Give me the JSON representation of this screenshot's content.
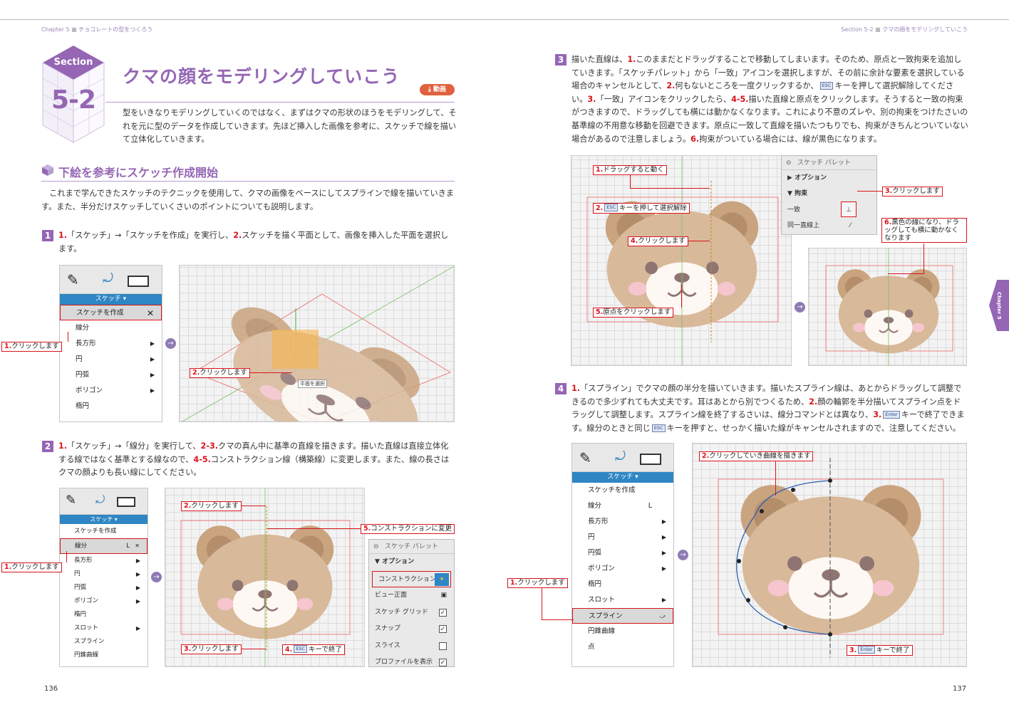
{
  "running_header": {
    "left": {
      "chapter": "Chapter 5",
      "title": "チョコレートの型をつくろう"
    },
    "right": {
      "section": "Section 5-2",
      "title": "クマの顔をモデリングしていこう"
    }
  },
  "section": {
    "badge_label": "Section",
    "badge_number": "5-2",
    "title": "クマの顔をモデリングしていこう",
    "video_button": "動画",
    "intro": "型をいきなりモデリングしていくのではなく、まずはクマの形状のほうをモデリングして、それを元に型のデータを作成していきます。先ほど挿入した画像を参考に、スケッチで線を描いて立体化していきます。"
  },
  "subheading": "下絵を参考にスケッチ作成開始",
  "lead": "これまで学んできたスケッチのテクニックを使用して、クマの画像をベースにしてスプラインで線を描いていきます。また、半分だけスケッチしていくさいのポイントについても説明します。",
  "steps": [
    {
      "number": "1",
      "segments": [
        {
          "red": "1."
        },
        {
          "t": "「スケッチ」→「スケッチを作成」を実行し、"
        },
        {
          "red": "2."
        },
        {
          "t": "スケッチを描く平面として、画像を挿入した平面を選択します。"
        }
      ]
    },
    {
      "number": "2",
      "segments": [
        {
          "red": "1."
        },
        {
          "t": "「スケッチ」→「線分」を実行して、"
        },
        {
          "red": "2-3."
        },
        {
          "t": "クマの真ん中に基準の直線を描きます。描いた直線は直接立体化する線ではなく基準とする線なので、"
        },
        {
          "red": "4-5."
        },
        {
          "t": "コンストラクション線（構築線）に変更します。また、線の長さはクマの顔よりも長い線にしてください。"
        }
      ]
    },
    {
      "number": "3",
      "segments": [
        {
          "t": "描いた直線は、"
        },
        {
          "red": "1."
        },
        {
          "t": "このままだとドラッグすることで移動してしまいます。そのため、原点と一致拘束を追加していきます。「スケッチパレット」から「一致」アイコンを選択しますが、その前に余計な要素を選択している場合のキャンセルとして、"
        },
        {
          "red": "2."
        },
        {
          "t": "何もないところを一度クリックするか、"
        },
        {
          "key": "ESC"
        },
        {
          "t": "キーを押して選択解除してください。"
        },
        {
          "red": "3."
        },
        {
          "t": "「一致」アイコンをクリックしたら、"
        },
        {
          "red": "4-5."
        },
        {
          "t": "描いた直線と原点をクリックします。そうすると一致の拘束がつきますので、ドラッグしても横には動かなくなります。これにより不意のズレや、別の拘束をつけたさいの基準線の不用意な移動を回避できます。原点に一致して直線を描いたつもりでも、拘束がきちんとついていない場合があるので注意しましょう。"
        },
        {
          "red": "6."
        },
        {
          "t": "拘束がついている場合には、線が黒色になります。"
        }
      ]
    },
    {
      "number": "4",
      "segments": [
        {
          "red": "1."
        },
        {
          "t": "「スプライン」でクマの顔の半分を描いていきます。描いたスプライン線は、あとからドラッグして調整できるので多少ずれても大丈夫です。耳はあとから別でつくるため、"
        },
        {
          "red": "2."
        },
        {
          "t": "顔の輪郭を半分描いてスプライン点をドラッグして調整します。スプライン線を終了するさいは、線分コマンドとは異なり、"
        },
        {
          "red": "3."
        },
        {
          "key": "Enter"
        },
        {
          "t": "キーで終了できます。線分のときと同じ"
        },
        {
          "key": "ESC"
        },
        {
          "t": "キーを押すと、せっかく描いた線がキャンセルされますので、注意してください。"
        }
      ]
    }
  ],
  "figure1": {
    "menu": {
      "header": "スケッチ ▾",
      "items": [
        "スケッチを作成",
        "線分",
        "長方形",
        "円",
        "円弧",
        "ポリゴン",
        "楕円"
      ]
    },
    "callouts": [
      {
        "n": "1.",
        "t": "クリックします"
      },
      {
        "n": "2.",
        "t": "クリックします"
      }
    ],
    "tooltip": "平面を選択"
  },
  "figure2": {
    "menu": {
      "header": "スケッチ ▾",
      "items": [
        "スケッチを作成",
        "線分",
        "長方形",
        "円",
        "円弧",
        "ポリゴン",
        "楕円",
        "スロット",
        "スプライン",
        "円錐曲線"
      ],
      "shortcut": "L"
    },
    "callouts": [
      {
        "n": "1.",
        "t": "クリックします"
      },
      {
        "n": "2.",
        "t": "クリックします"
      },
      {
        "n": "3.",
        "t": "クリックします"
      },
      {
        "n": "4.",
        "key": "ESC",
        "t": "キーで終了"
      },
      {
        "n": "5.",
        "t": "コンストラクションに変更"
      }
    ],
    "palette": {
      "title": "スケッチ パレット",
      "section": "オプション",
      "rows": [
        {
          "label": "コンストラクション",
          "control": "icon"
        },
        {
          "label": "ビュー正面",
          "control": "icon"
        },
        {
          "label": "スケッチ グリッド",
          "checked": true
        },
        {
          "label": "スナップ",
          "checked": true
        },
        {
          "label": "スライス",
          "checked": false
        },
        {
          "label": "プロファイルを表示",
          "checked": true
        }
      ]
    }
  },
  "figure3": {
    "callouts": [
      {
        "n": "1.",
        "t": "ドラッグすると動く"
      },
      {
        "n": "2.",
        "key": "ESC",
        "t": "キーを押して選択解除"
      },
      {
        "n": "3.",
        "t": "クリックします"
      },
      {
        "n": "4.",
        "t": "クリックします"
      },
      {
        "n": "5.",
        "t": "原点をクリックします"
      },
      {
        "n": "6.",
        "t": "黒色の線になり、ドラッグしても横に動かなくなります"
      }
    ],
    "palette": {
      "title": "スケッチ パレット",
      "options": "オプション",
      "constraints": "拘束",
      "rows": [
        "一致",
        "同一直線上"
      ]
    }
  },
  "figure4": {
    "menu": {
      "header": "スケッチ ▾",
      "items": [
        "スケッチを作成",
        "線分",
        "長方形",
        "円",
        "円弧",
        "ポリゴン",
        "楕円",
        "スロット",
        "スプライン",
        "円錐曲線",
        "点"
      ],
      "shortcut": "L"
    },
    "callouts": [
      {
        "n": "1.",
        "t": "クリックします"
      },
      {
        "n": "2.",
        "t": "クリックしていき曲線を描きます"
      },
      {
        "n": "3.",
        "key": "Enter",
        "t": "キーで終了"
      }
    ]
  },
  "page_numbers": {
    "left": "136",
    "right": "137"
  },
  "chapter_tab": "Chapter 5",
  "colors": {
    "accent": "#9466b4",
    "callout_red": "#d8141b",
    "video_button": "#e0613f",
    "menu_blue": "#2f86c4",
    "bear_face": "#d8b99a"
  }
}
